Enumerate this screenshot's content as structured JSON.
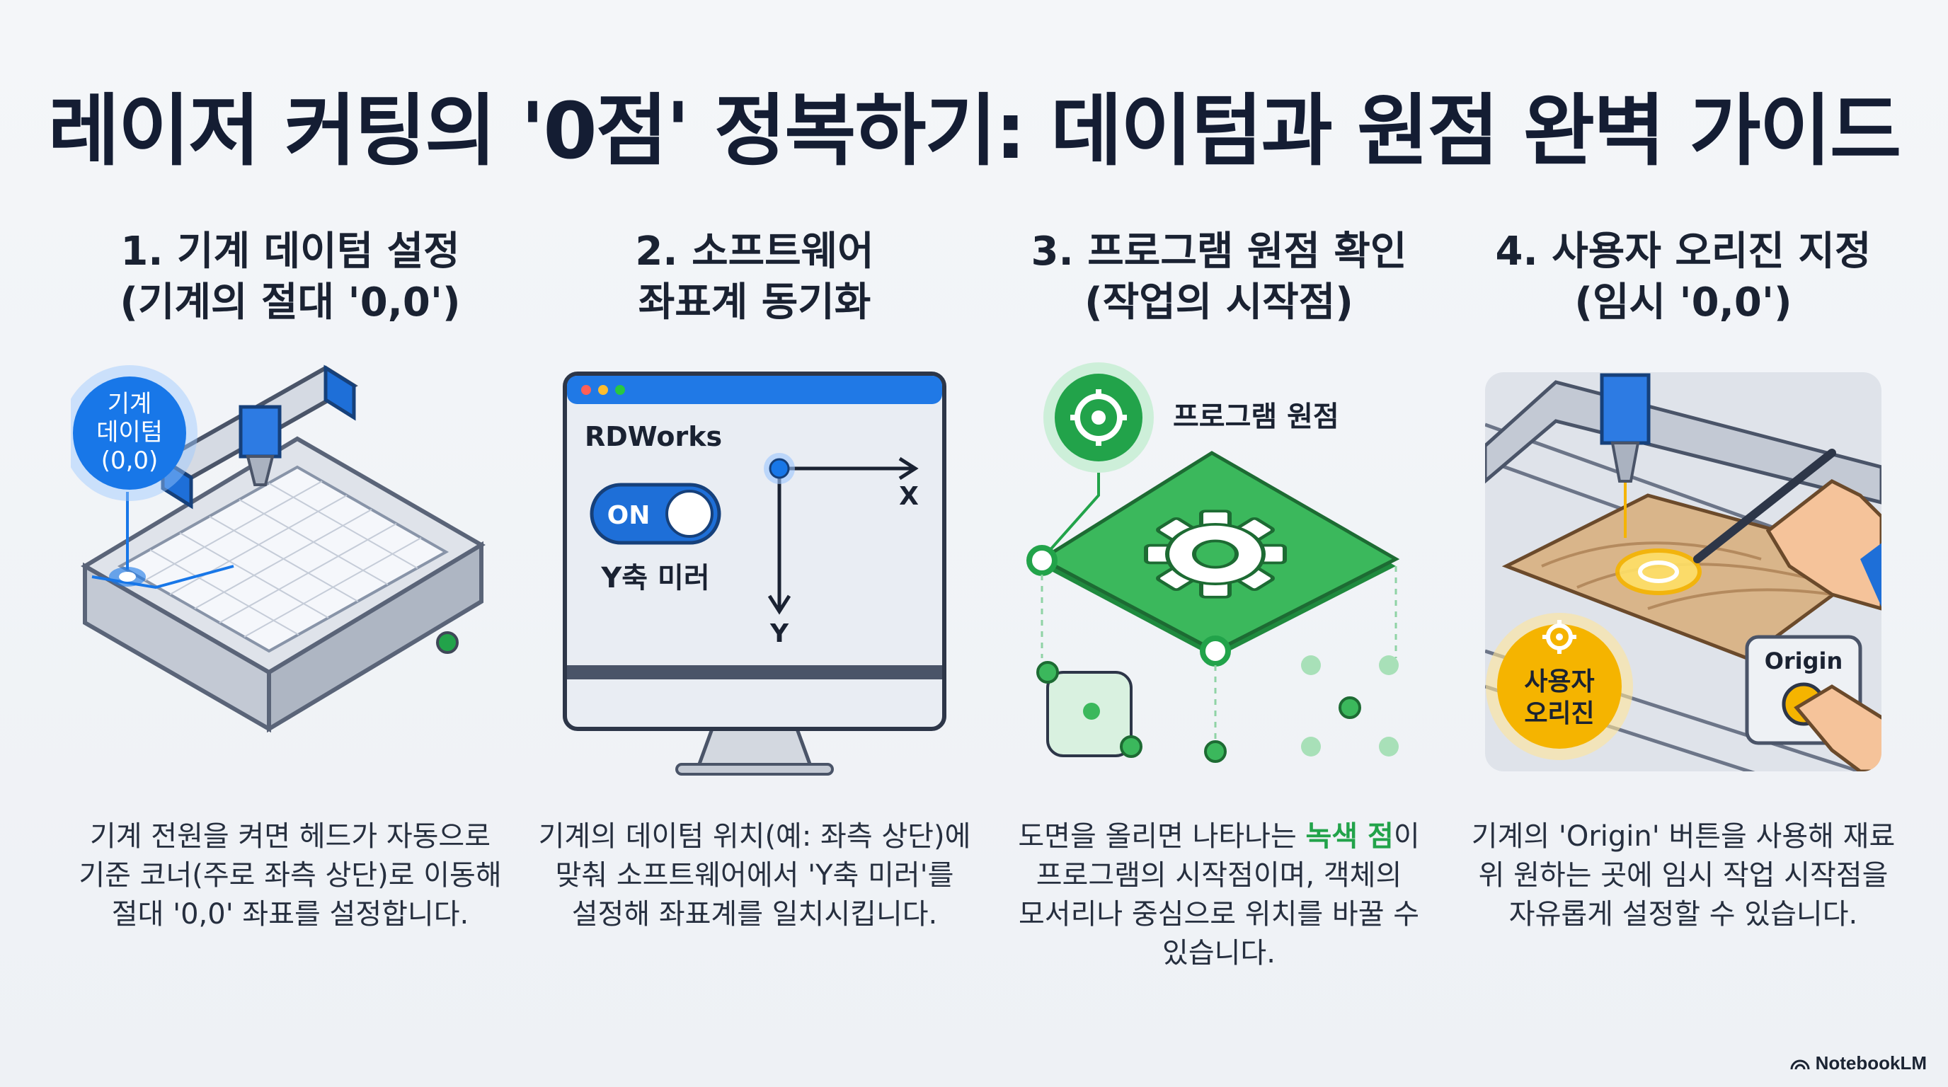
{
  "title": "레이저 커팅의 '0점' 정복하기: 데이텀과 원점 완벽 가이드",
  "steps": [
    {
      "heading_line1": "1. 기계 데이텀 설정",
      "heading_line2": "(기계의 절대 '0,0')",
      "badge_line1": "기계",
      "badge_line2": "데이텀",
      "badge_line3": "(0,0)",
      "desc_line1": "기계 전원을 켜면 헤드가 자동으로",
      "desc_line2": "기준 코너(주로 좌측 상단)로 이동해",
      "desc_line3": "절대 '0,0' 좌표를 설정합니다."
    },
    {
      "heading_line1": "2. 소프트웨어",
      "heading_line2": "좌표계 동기화",
      "app_name": "RDWorks",
      "toggle_label": "ON",
      "mirror_label": "Y축 미러",
      "axis_x": "X",
      "axis_y": "Y",
      "desc_line1": "기계의 데이텀 위치(예: 좌측 상단)에",
      "desc_line2": "맞춰 소프트웨어에서 'Y축 미러'를",
      "desc_line3": "설정해 좌표계를 일치시킵니다."
    },
    {
      "heading_line1": "3. 프로그램 원점 확인",
      "heading_line2": "(작업의 시작점)",
      "callout": "프로그램 원점",
      "desc_line1_pre": "도면을 올리면 나타나는 ",
      "desc_line1_hl": "녹색 점",
      "desc_line1_post": "이",
      "desc_line2": "프로그램의 시작점이며, 객체의",
      "desc_line3": "모서리나 중심으로 위치를 바꿀 수",
      "desc_line4": "있습니다."
    },
    {
      "heading_line1": "4. 사용자 오리진 지정",
      "heading_line2": "(임시 '0,0')",
      "badge_line1": "사용자",
      "badge_line2": "오리진",
      "button_label": "Origin",
      "desc_line1": "기계의 'Origin' 버튼을 사용해 재료",
      "desc_line2": "위 원하는 곳에 임시 작업 시작점을",
      "desc_line3": "자유롭게 설정할 수 있습니다."
    }
  ],
  "brand": "NotebookLM",
  "colors": {
    "blue_accent": "#1877e8",
    "green_accent": "#22a34a",
    "yellow_accent": "#f5b400",
    "title_text": "#141d33"
  },
  "icons": [
    "target-icon",
    "gear-icon",
    "notebooklm-logo-icon"
  ]
}
